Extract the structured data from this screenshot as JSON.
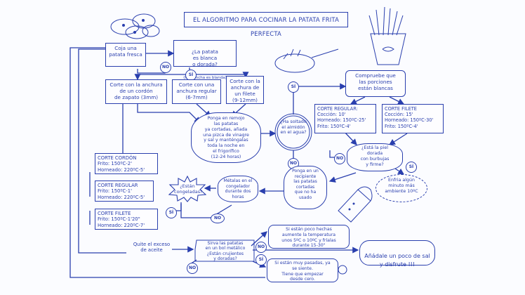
{
  "title": "EL ALGORITMO PARA COCINAR LA PATATA FRITA PERFECTA",
  "nodes": {
    "coja": "Coja una\npatata fresca",
    "blanca": "¿La patata\nes blanca\no dorada?",
    "blanca_note": "(la mancha es blanda)",
    "cordon": "Corte con la anchura\nde un cordón\nde zapato (3mm)",
    "regular": "Corte con una\nanchura regular\n(6-7mm)",
    "filete": "Corte con la\nanchura de\nun filete\n(9-12mm)",
    "remojo": "Ponga en remojo\nlas patatas\nya cortadas, añada\nuna pizca de vinagre\ny sal y manténgalas\ntoda la noche en\nel frigorífico\n(12-24 horas)",
    "almidon": "¿Ha soltado\nel almidón\nen el agua?",
    "porciones": "Compruebe que\nlas porciones\nestán blancas",
    "cr_top": "CORTE REGULAR:\nCocción: 10'\nHorneado: 150ºC-25'\nFrito: 150ºC-4'",
    "cf_top": "CORTE FILETE\nCocción: 15'\nHorneado: 150ºC-30'\nFrito: 150ºC-4'",
    "piel": "¿Está la piel\ndorada\ncon burbujas\ny firme?",
    "enfria": "Enfria algún\nminuto más\nambiente 10ºC",
    "recipiente": "Ponga en un\nrecipiente\nlas patatas\ncortadas\nque no ha\nusado",
    "meta": "Métalas en el\ncongelador\ndurante dos\nhoras",
    "congeladas": "¿Están\ncongeladas?",
    "cc": "CORTE CORDÓN\nFrito: 150ºC-2'\nHorneado: 220ºC-5'",
    "cr": "CORTE REGULAR\nFrito: 150ºC-1'\nHorneado: 220ºC-5'",
    "cf": "CORTE FILETE\nFrito: 150ºC-1'20\"\nHorneado: 220ºC-7'",
    "quite": "Quite el exceso\nde aceite",
    "sirva": "Sirva las patatas\nen un bol metálico\n¿Están crujientes\ny doradas?",
    "frescas": "Si están poco hechas\naumente la temperatura\nunos 5ºC o 10ºC y fríalas\ndurante 15-30\"",
    "pasadas": "Si están muy pasadas, ya\nse siente.\nTiene que empezar\ndesde cero.",
    "sal": "Añádale un poco de sal\ny disfrute !!!"
  },
  "labels": {
    "si": "SÍ",
    "no": "NO"
  },
  "colors": {
    "ink": "#2a3fae",
    "paper": "#fbfcff"
  }
}
